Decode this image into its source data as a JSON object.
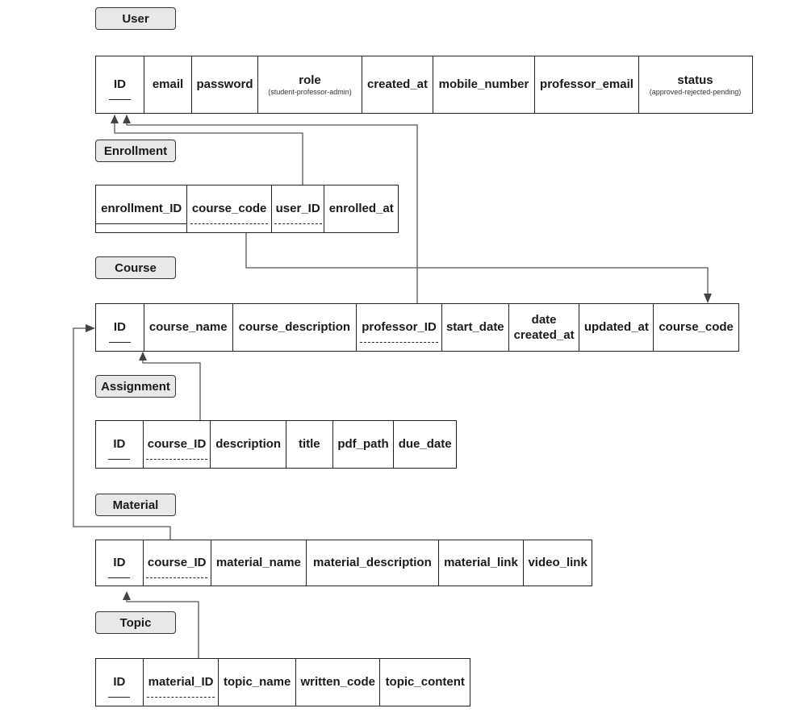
{
  "entities": {
    "user": {
      "title": "User",
      "cols": [
        {
          "name": "ID"
        },
        {
          "name": "email"
        },
        {
          "name": "password"
        },
        {
          "name": "role",
          "note": "(student-professor-admin)"
        },
        {
          "name": "created_at"
        },
        {
          "name": "mobile_number"
        },
        {
          "name": "professor_email"
        },
        {
          "name": "status",
          "note": "(approved-rejected-pending)"
        }
      ]
    },
    "enrollment": {
      "title": "Enrollment",
      "cols": [
        {
          "name": "enrollment_ID"
        },
        {
          "name": "course_code"
        },
        {
          "name": "user_ID"
        },
        {
          "name": "enrolled_at"
        }
      ]
    },
    "course": {
      "title": "Course",
      "cols": [
        {
          "name": "ID"
        },
        {
          "name": "course_name"
        },
        {
          "name": "course_description"
        },
        {
          "name": "professor_ID"
        },
        {
          "name": "start_date"
        },
        {
          "name": "date",
          "name2": "created_at"
        },
        {
          "name": "updated_at"
        },
        {
          "name": "course_code"
        }
      ]
    },
    "assignment": {
      "title": "Assignment",
      "cols": [
        {
          "name": "ID"
        },
        {
          "name": "course_ID"
        },
        {
          "name": "description"
        },
        {
          "name": "title"
        },
        {
          "name": "pdf_path"
        },
        {
          "name": "due_date"
        }
      ]
    },
    "material": {
      "title": "Material",
      "cols": [
        {
          "name": "ID"
        },
        {
          "name": "course_ID"
        },
        {
          "name": "material_name"
        },
        {
          "name": "material_description"
        },
        {
          "name": "material_link"
        },
        {
          "name": "video_link"
        }
      ]
    },
    "topic": {
      "title": "Topic",
      "cols": [
        {
          "name": "ID"
        },
        {
          "name": "material_ID"
        },
        {
          "name": "topic_name"
        },
        {
          "name": "written_code"
        },
        {
          "name": "topic_content"
        }
      ]
    }
  }
}
